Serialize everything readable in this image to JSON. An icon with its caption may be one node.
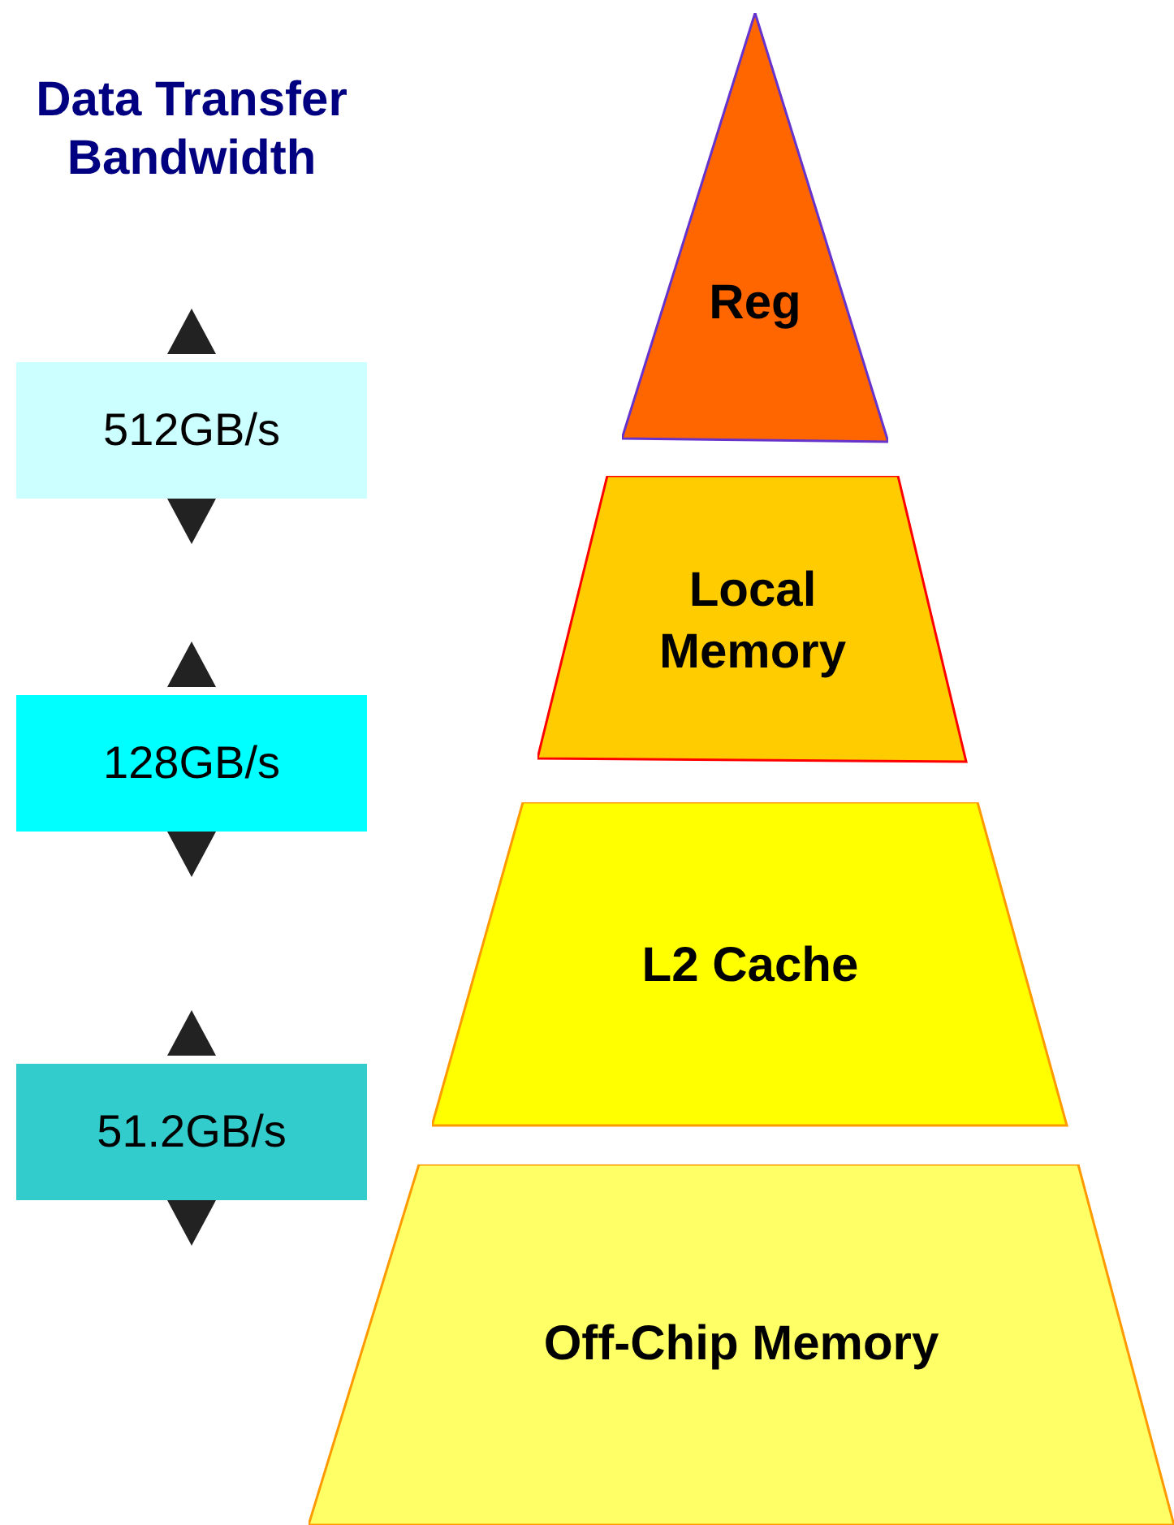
{
  "diagram": {
    "title": "Data Transfer Bandwidth",
    "nodes": [
      {
        "text": [
          "Reg"
        ]
      },
      {
        "text": [
          "Local Memory"
        ]
      },
      {
        "text": [
          "L2 Cache"
        ]
      },
      {
        "text": [
          "Off-Chip Memory"
        ]
      },
      {
        "text": [
          "512GB/s"
        ]
      },
      {
        "text": [
          "128GB/s"
        ]
      },
      {
        "text": [
          "51.2GB/s"
        ]
      }
    ]
  }
}
